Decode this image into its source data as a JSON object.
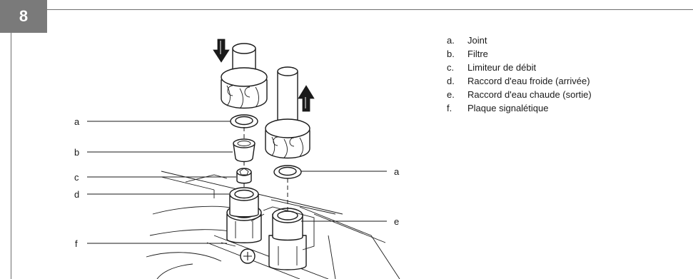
{
  "figure_number": "8",
  "legend": [
    {
      "key": "a.",
      "text": "Joint"
    },
    {
      "key": "b.",
      "text": "Filtre"
    },
    {
      "key": "c.",
      "text": "Limiteur de débit"
    },
    {
      "key": "d.",
      "text": "Raccord d'eau froide (arrivée)"
    },
    {
      "key": "e.",
      "text": "Raccord d'eau chaude (sortie)"
    },
    {
      "key": "f.",
      "text": "Plaque signalétique"
    }
  ],
  "callouts": {
    "a_left": "a",
    "b": "b",
    "c": "c",
    "d": "d",
    "f": "f",
    "a_right": "a",
    "e": "e"
  }
}
